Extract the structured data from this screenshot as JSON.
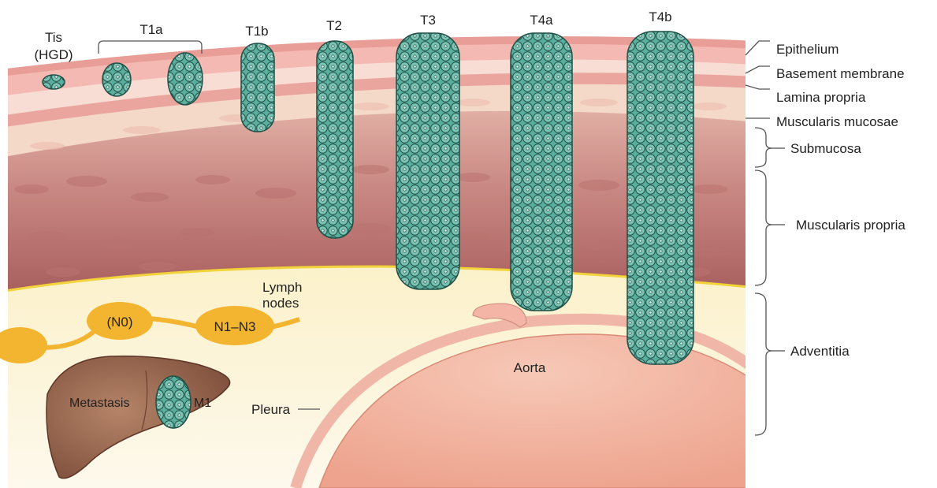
{
  "stages": {
    "tis": "Tis",
    "hgd": "(HGD)",
    "t1a": "T1a",
    "t1b": "T1b",
    "t2": "T2",
    "t3": "T3",
    "t4a": "T4a",
    "t4b": "T4b"
  },
  "layers": {
    "epithelium": "Epithelium",
    "basement_membrane": "Basement membrane",
    "lamina_propria": "Lamina propria",
    "muscularis_mucosae": "Muscularis mucosae",
    "submucosa": "Submucosa",
    "muscularis_propria": "Muscularis propria",
    "adventitia": "Adventitia"
  },
  "structures": {
    "lymph_line1": "Lymph",
    "lymph_line2": "nodes",
    "n0": "(N0)",
    "n1n3": "N1–N3",
    "aorta": "Aorta",
    "pleura": "Pleura",
    "metastasis": "Metastasis",
    "m1": "M1"
  },
  "colors": {
    "epithelium": "#f3b9b2",
    "submucosa": "#f4d9c9",
    "muscularis_propria": "#c98883",
    "adventitia": "#fcf6dd",
    "tumor": "#5fb0a0",
    "lymph_node": "#f3b530",
    "aorta": "#f4b7a4",
    "liver": "#8b5a44"
  }
}
